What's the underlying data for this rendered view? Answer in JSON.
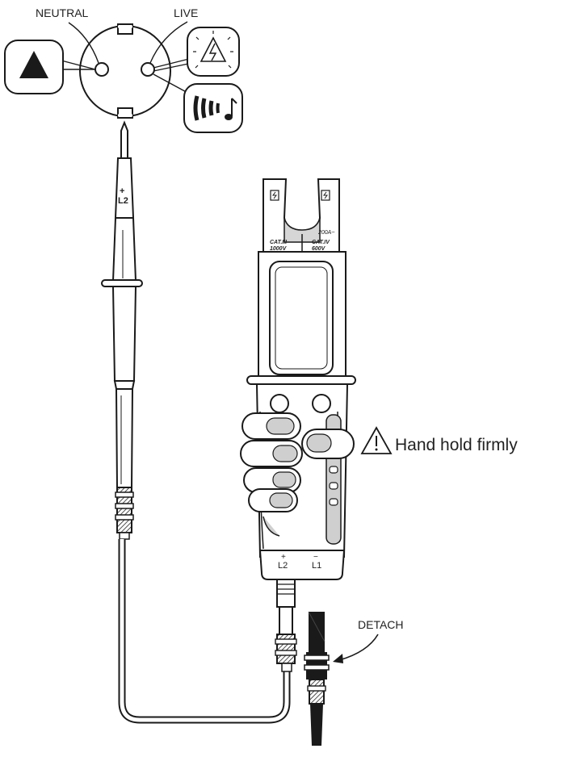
{
  "labels": {
    "neutral": "NEUTRAL",
    "live": "LIVE",
    "hand_hold": "Hand hold firmly",
    "detach": "DETACH",
    "probe_port": "L2",
    "probe_sign": "+",
    "jaw_cat_left_1": "CAT.III",
    "jaw_cat_left_2": "1000V",
    "jaw_cat_right_1": "CAT.IV",
    "jaw_cat_right_2": "600V",
    "jaw_amps": "200A~",
    "port_l2": "L2",
    "port_l2_sign": "+",
    "port_l1": "L1",
    "port_l1_sign": "−"
  },
  "icons": {
    "neutral_indicator": "triangle-up-icon",
    "live_indicator": "high-voltage-warning-icon",
    "sound_indicator": "beeper-sound-icon",
    "caution": "caution-triangle-icon",
    "jaw_marks": "lightning-icon"
  },
  "colors": {
    "ink": "#1a1a1a",
    "body_fill": "#ffffff",
    "shade": "#cfcfcf"
  }
}
